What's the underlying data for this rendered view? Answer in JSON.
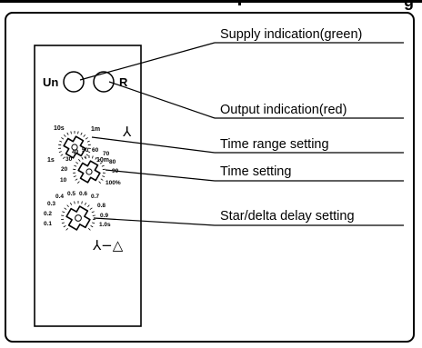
{
  "header": {
    "title_fragment": "g"
  },
  "device": {
    "leds": {
      "supply_label": "Un",
      "output_label": "R"
    },
    "time_range_knob": {
      "marks": [
        "10s",
        "1m",
        "1s",
        "10m"
      ],
      "symbol": "⅄"
    },
    "time_knob": {
      "marks": [
        "40",
        "50",
        "60",
        "30",
        "70",
        "20",
        "80",
        "90",
        "10",
        "100%"
      ]
    },
    "delay_knob": {
      "marks": [
        "0.4",
        "0.5",
        "0.6",
        "0.7",
        "0.3",
        "0.8",
        "0.2",
        "0.9",
        "0.1",
        "1.0s"
      ],
      "symbol": "⅄−△"
    }
  },
  "callouts": [
    {
      "label": "Supply indication(green)"
    },
    {
      "label": "Output indication(red)"
    },
    {
      "label": "Time range setting"
    },
    {
      "label": "Time setting"
    },
    {
      "label": "Star/delta delay setting"
    }
  ]
}
